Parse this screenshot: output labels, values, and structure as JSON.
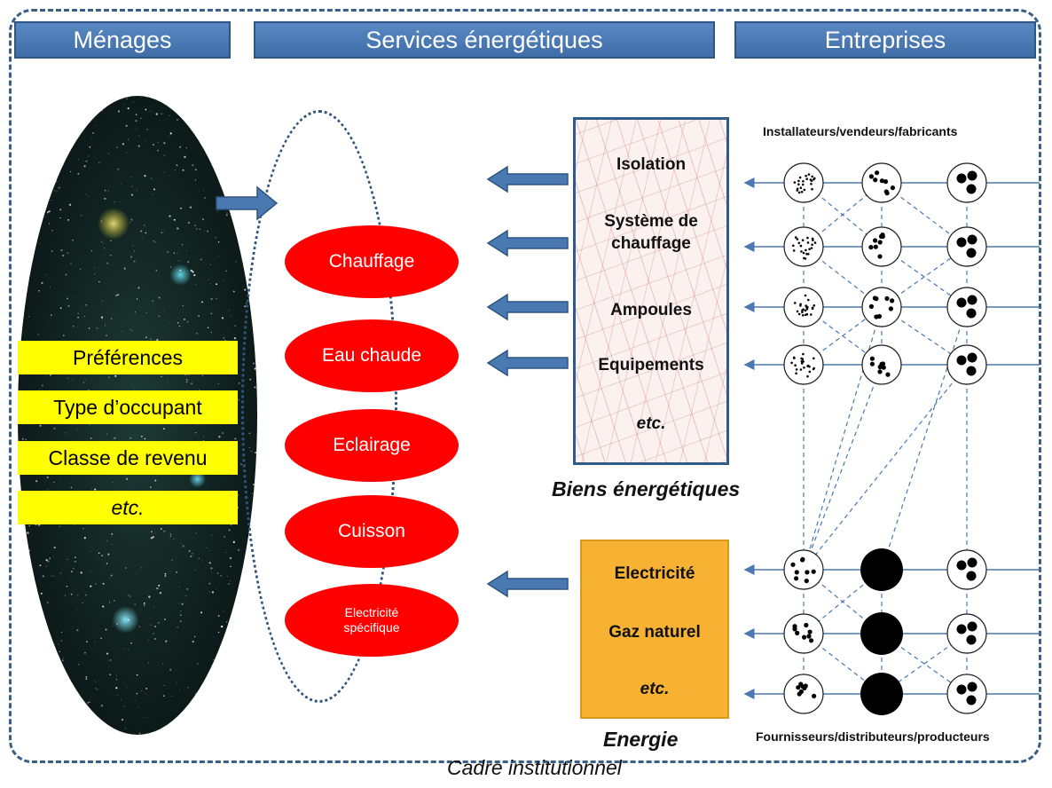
{
  "headers": {
    "menages": "Ménages",
    "services": "Services énergétiques",
    "entreprises": "Entreprises"
  },
  "household_attributes": [
    "Préférences",
    "Type d’occupant",
    "Classe de revenu",
    "etc."
  ],
  "services": [
    "Chauffage",
    "Eau chaude",
    "Eclairage",
    "Cuisson",
    "Electricité spécifique"
  ],
  "goods": {
    "items": [
      "Isolation",
      "Système de chauffage",
      "Ampoules",
      "Equipements",
      "etc."
    ],
    "caption": "Biens énergétiques"
  },
  "energy": {
    "items": [
      "Electricité",
      "Gaz naturel",
      "etc."
    ],
    "caption": "Energie"
  },
  "suppliers_top": "Installateurs/vendeurs/fabricants",
  "suppliers_bottom": "Fournisseurs/distributeurs/producteurs",
  "frame_caption": "Cadre institutionnel",
  "colors": {
    "header_blue": "#4a7bb7",
    "service_red": "#ff0000",
    "attribute_yellow": "#ffff00",
    "energy_orange": "#f7b233",
    "arrow_blue": "#4a78b0"
  }
}
